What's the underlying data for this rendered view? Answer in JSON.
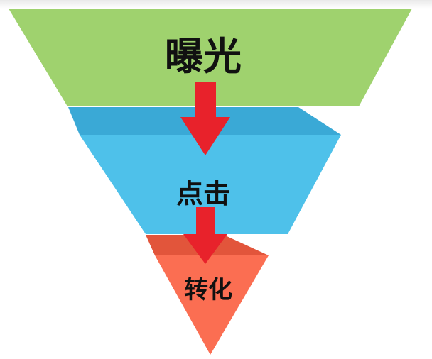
{
  "funnel": {
    "stages": [
      {
        "label": "曝光",
        "color": "#9fd26e",
        "shade": "#8fbf5f"
      },
      {
        "label": "点击",
        "color": "#4ec1ea",
        "shade": "#3aa9d6"
      },
      {
        "label": "转化",
        "color": "#fb6e52",
        "shade": "#e2553b"
      }
    ],
    "arrow_color": "#e8222b"
  }
}
